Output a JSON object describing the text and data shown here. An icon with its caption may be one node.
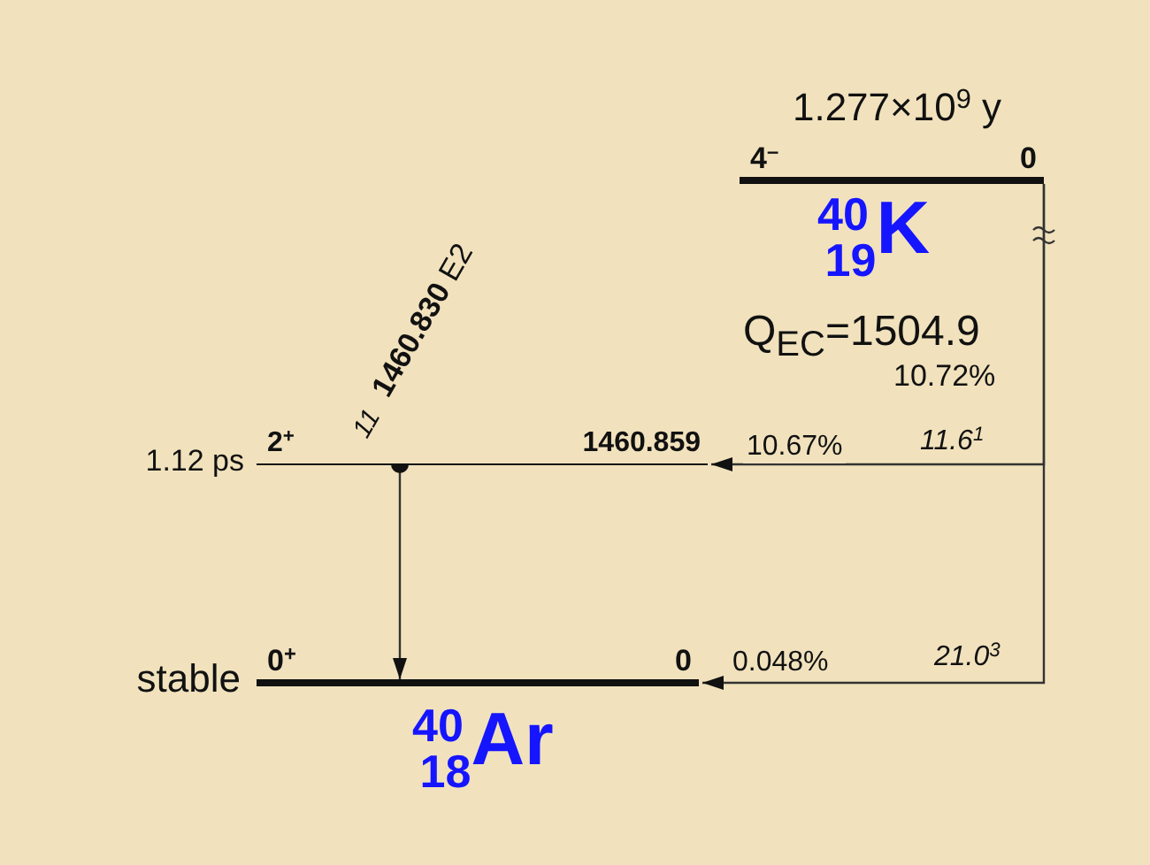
{
  "diagram": {
    "nodes": [
      {
        "text": [
          "4$^{–}$",
          "0"
        ],
        "beside": [
          "1.277×10$^{9}$ y"
        ]
      },
      {
        "text": [
          "2$^{+}$",
          "1460.859"
        ],
        "beside": [
          "1.12 ps"
        ]
      },
      {
        "text": [
          "0$^{+}$",
          "0"
        ],
        "beside": [
          "stable"
        ]
      }
    ],
    "edges": [
      {
        "from": 1,
        "to": 2,
        "arrow": "to"
      },
      {
        "from": 0,
        "to": 1,
        "arrow": "to",
        "label": "10.67%"
      },
      {
        "from": 0,
        "to": 2,
        "arrow": "to",
        "label": "0.048%"
      }
    ],
    "labels": [
      "$^{40}$$_{19}$K",
      "Q$_{EC}$=1504.9",
      "10.72%",
      "11",
      "**1460.830** E2",
      "11.6$^{1}$",
      "21.0$^{3}$",
      "$^{40}$$_{18}$Ar"
    ]
  }
}
